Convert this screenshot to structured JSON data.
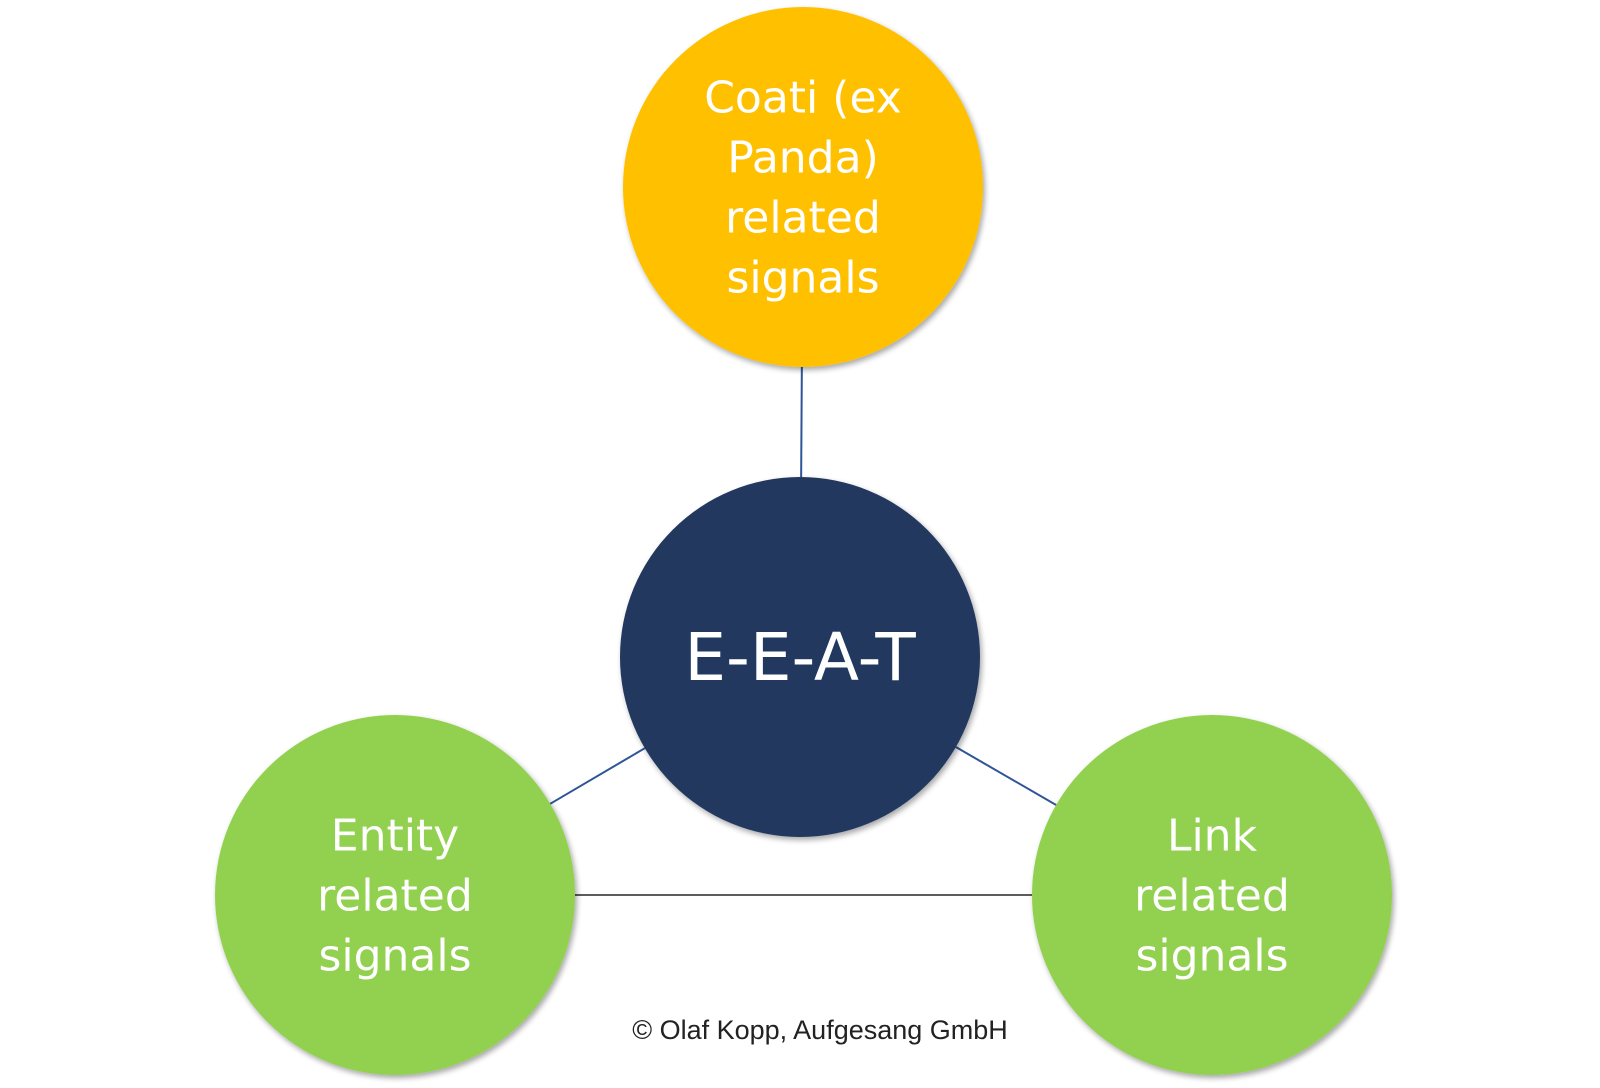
{
  "diagram": {
    "center": {
      "id": "eeat",
      "label": [
        "E-E-A-T"
      ],
      "color": "#21375F"
    },
    "nodes": [
      {
        "id": "coati",
        "label": [
          "Coati (ex",
          "Panda)",
          "related",
          "signals"
        ],
        "color": "#FFC000"
      },
      {
        "id": "entity",
        "label": [
          "Entity",
          "related",
          "signals"
        ],
        "color": "#92D050"
      },
      {
        "id": "link",
        "label": [
          "Link",
          "related",
          "signals"
        ],
        "color": "#92D050"
      }
    ],
    "edges": [
      {
        "from": "coati",
        "to": "eeat",
        "color": "#2F5597"
      },
      {
        "from": "entity",
        "to": "eeat",
        "color": "#2F5597"
      },
      {
        "from": "link",
        "to": "eeat",
        "color": "#2F5597"
      },
      {
        "from": "entity",
        "to": "link",
        "color": "#262626"
      }
    ]
  },
  "footer": {
    "copyright": "© Olaf Kopp, Aufgesang GmbH"
  }
}
